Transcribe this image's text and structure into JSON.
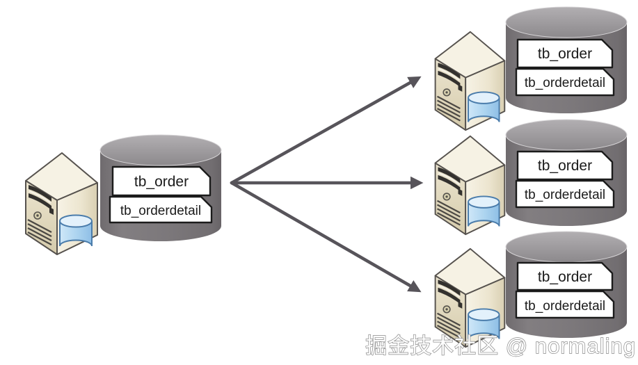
{
  "source_node": {
    "tables": [
      "tb_order",
      "tb_orderdetail"
    ]
  },
  "shard_nodes": [
    {
      "tables": [
        "tb_order",
        "tb_orderdetail"
      ]
    },
    {
      "tables": [
        "tb_order",
        "tb_orderdetail"
      ]
    },
    {
      "tables": [
        "tb_order",
        "tb_orderdetail"
      ]
    }
  ],
  "watermark": {
    "text": "掘金技术社区 @ normaling"
  },
  "icons": {
    "server": "server-tower-icon",
    "database": "database-cylinder-icon",
    "small_database": "blue-database-icon",
    "arrow": "arrow-icon"
  },
  "colors": {
    "background": "#ffffff",
    "cylinder_body": "#7c787b",
    "cylinder_top_light": "#b0adb0",
    "cylinder_top_dark": "#8e8b8e",
    "label_background": "#ffffff",
    "label_border": "#1b1b1b",
    "label_text": "#1b1b1b",
    "arrow": "#57545a",
    "server_body_light": "#f3eedd",
    "server_body_dark": "#d8cfb2",
    "server_outline": "#56524e",
    "small_db_blue": "#a9d1ee",
    "small_db_border": "#4a7cab",
    "watermark_fill": "#fdfdfd",
    "watermark_outline": "#8a8a8a"
  }
}
